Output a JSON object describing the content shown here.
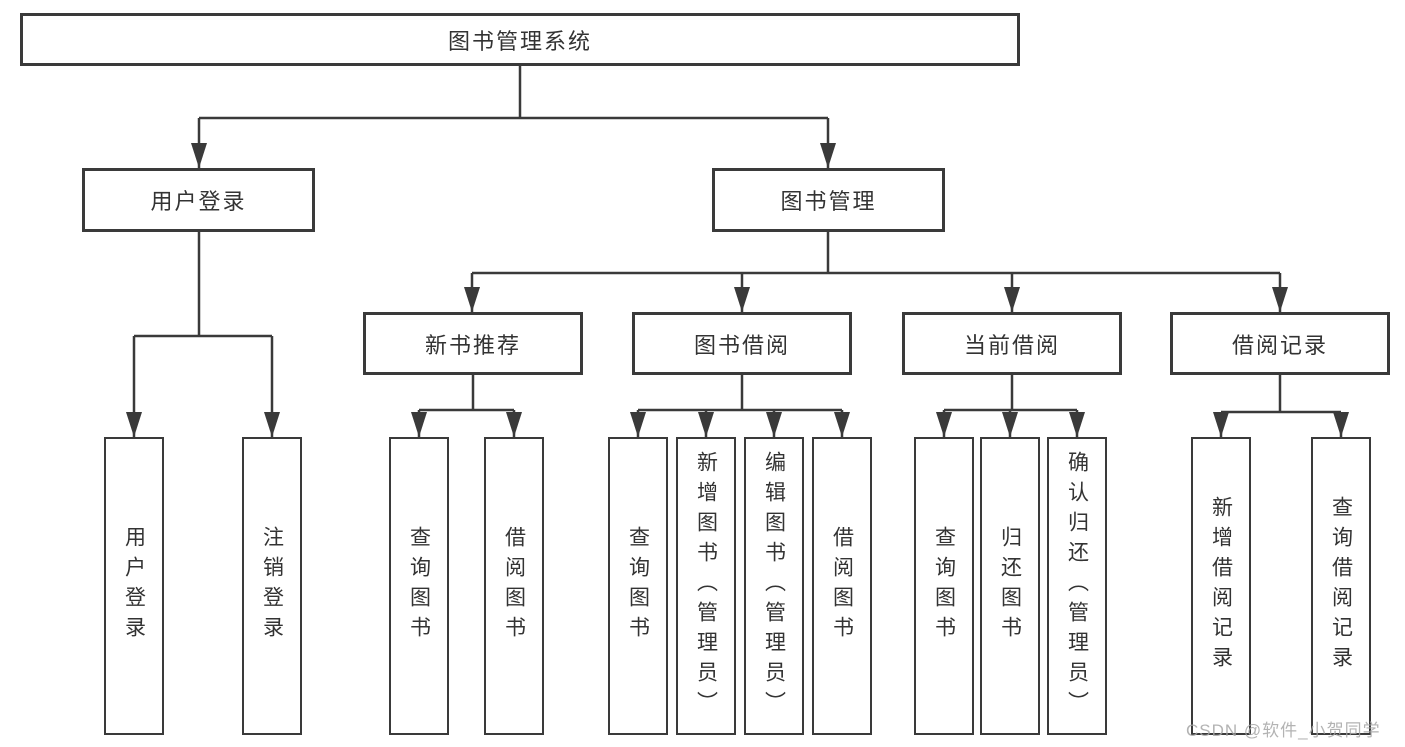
{
  "diagram": {
    "root": {
      "label": "图书管理系统"
    },
    "level2": [
      {
        "label": "用户登录"
      },
      {
        "label": "图书管理"
      }
    ],
    "level3": [
      {
        "label": "新书推荐"
      },
      {
        "label": "图书借阅"
      },
      {
        "label": "当前借阅"
      },
      {
        "label": "借阅记录"
      }
    ],
    "leaves": [
      {
        "label": "用户登录"
      },
      {
        "label": "注销登录"
      },
      {
        "label": "查询图书"
      },
      {
        "label": "借阅图书"
      },
      {
        "label": "查询图书"
      },
      {
        "label": "新增图书（管理员）"
      },
      {
        "label": "编辑图书（管理员）"
      },
      {
        "label": "借阅图书"
      },
      {
        "label": "查询图书"
      },
      {
        "label": "归还图书"
      },
      {
        "label": "确认归还（管理员）"
      },
      {
        "label": "新增借阅记录"
      },
      {
        "label": "查询借阅记录"
      }
    ]
  },
  "watermark": "CSDN @软件_小贺同学",
  "colors": {
    "line": "#3a3a3a",
    "text": "#333333",
    "box_bg": "#ffffff",
    "watermark": "#a6a6a6"
  }
}
